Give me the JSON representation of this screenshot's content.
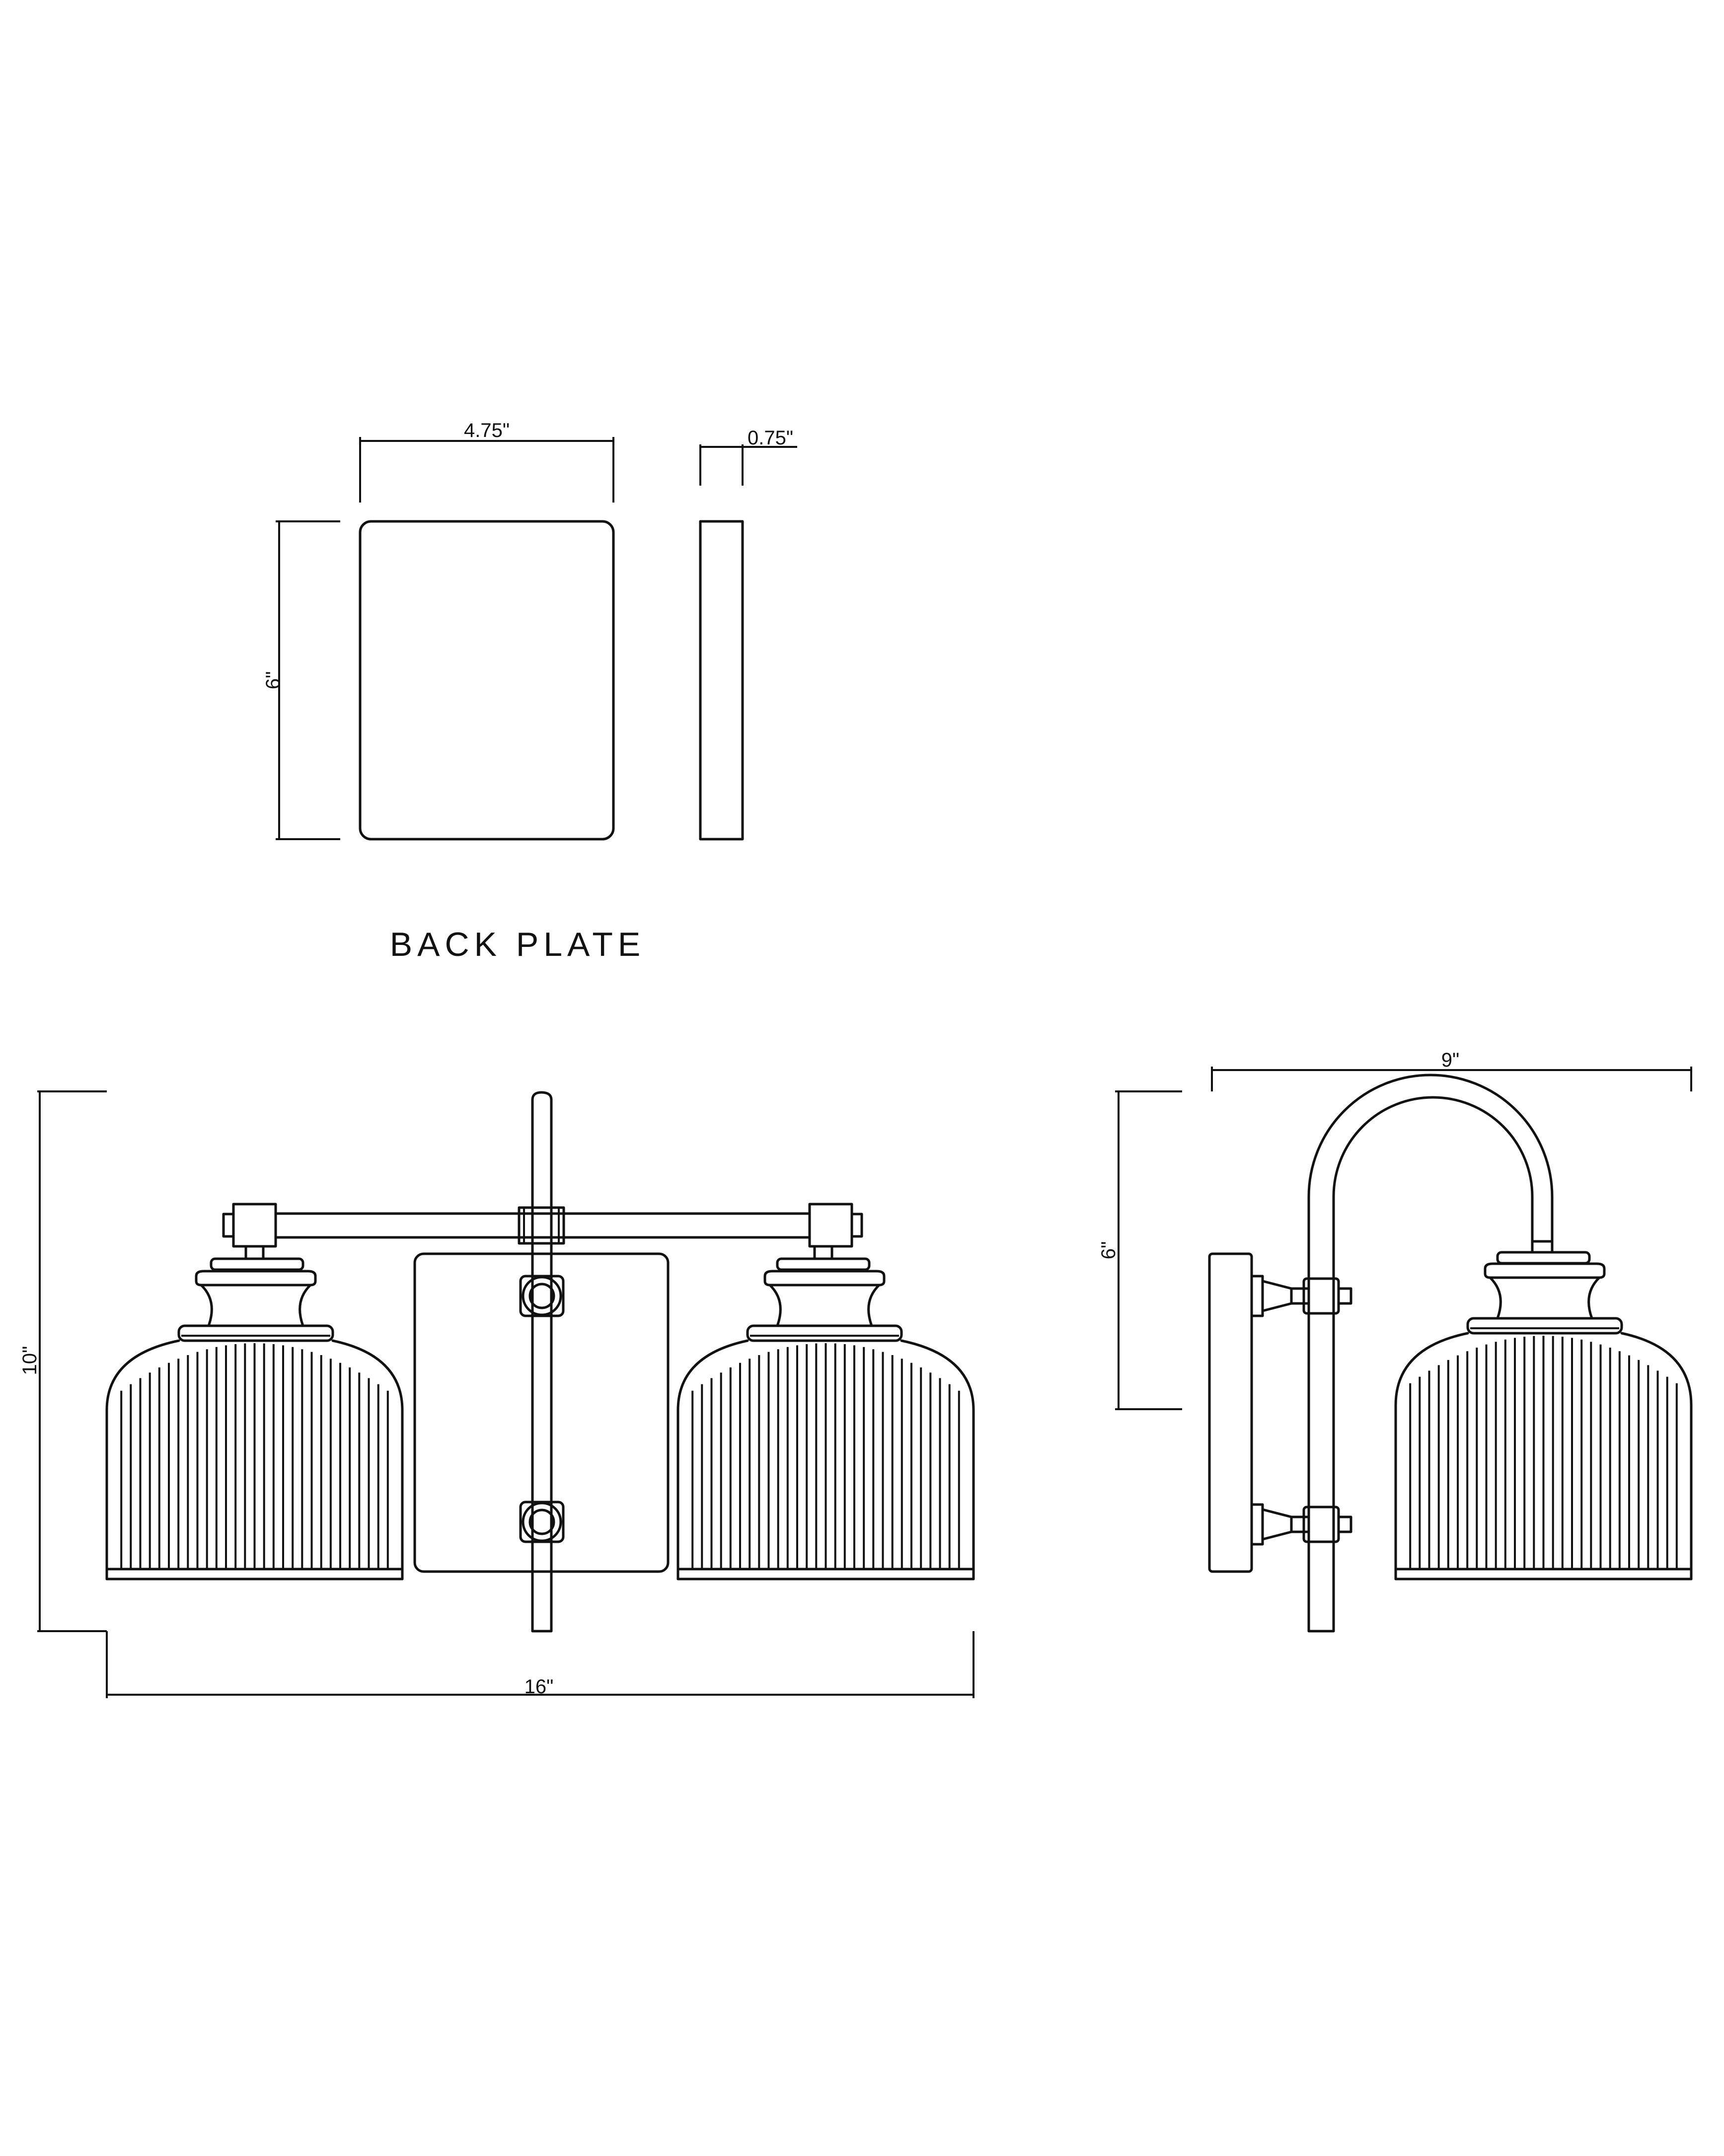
{
  "back_plate": {
    "title": "BACK PLATE",
    "width_label": "4.75\"",
    "depth_label": "0.75\"",
    "height_label": "6\""
  },
  "front_view": {
    "height_label": "10\"",
    "width_label": "16\""
  },
  "side_view": {
    "depth_label": "9\"",
    "arm_height_label": "6\""
  }
}
